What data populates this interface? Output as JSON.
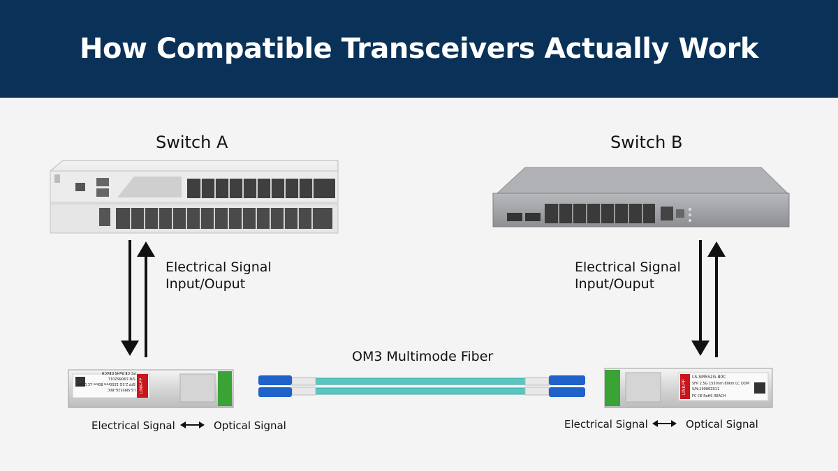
{
  "title": "How Compatible Transceivers Actually Work",
  "switch_a": {
    "label": "Switch A",
    "signal_line1": "Electrical Signal",
    "signal_line2": "Input/Ouput"
  },
  "switch_b": {
    "label": "Switch B",
    "signal_line1": "Electrical Signal",
    "signal_line2": "Input/Ouput"
  },
  "fiber": {
    "label": "OM3 Multimode Fiber"
  },
  "module_a": {
    "brand": "LINK-PP",
    "text_lines": [
      "LS-SM552G-80C",
      "SFP 2.5G 1550nm 80km LC DDM",
      "S/N:19086Z011"
    ],
    "cert_marks": "FC CE RoHS REACH",
    "left_label": "Electrical Signal",
    "right_label": "Optical Signal"
  },
  "module_b": {
    "brand": "LINK-PP",
    "text_lines": [
      "LS-SM552G-80C",
      "SFP 2.5G 1550nm 80km LC DDM",
      "S/N:19086Z011"
    ],
    "cert_marks": "FC CE RoHS REACH",
    "left_label": "Electrical Signal",
    "right_label": "Optical Signal"
  },
  "colors": {
    "header_bg": "#0a3157",
    "fiber": "#59c6c1",
    "lc_connector": "#1f62c9",
    "module_label_red": "#c8161d",
    "latch_green": "#3aa335"
  }
}
